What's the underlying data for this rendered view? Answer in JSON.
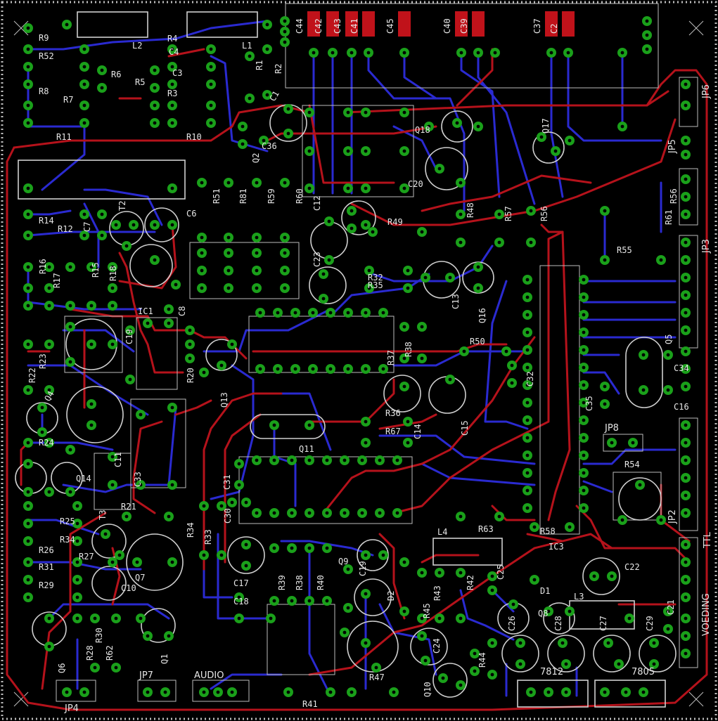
{
  "colors": {
    "background": "#000000",
    "trace_top": "#b5121b",
    "trace_bottom": "#2a2ad0",
    "pad": "#1aa01a",
    "silkscreen": "#cfcfcf"
  },
  "labels": {
    "c44": "C44",
    "c42": "C42",
    "c43": "C43",
    "c41": "C41",
    "c45": "C45",
    "c40": "C40",
    "c39": "C39",
    "c37": "C37",
    "c2": "C2",
    "r9": "R9",
    "r52": "R52",
    "r8": "R8",
    "r7": "R7",
    "r11": "R11",
    "l2": "L2",
    "r4": "R4",
    "c4": "C4",
    "r6": "R6",
    "r5": "R5",
    "c3": "C3",
    "r3": "R3",
    "r10": "R10",
    "l1": "L1",
    "r1": "R1",
    "r2": "R2",
    "c1": "C1",
    "c36": "C36",
    "q2": "Q2",
    "q18": "Q18",
    "q17": "Q17",
    "c20": "C20",
    "jp6": "JP6",
    "jp5": "JP5",
    "r56_right": "R56",
    "r61": "R61",
    "r14": "R14",
    "r12": "R12",
    "c7": "C7",
    "t2": "T2",
    "c6": "C6",
    "r51": "R51",
    "r81": "R81",
    "r59": "R59",
    "r60": "R60",
    "c12": "C12",
    "r49": "R49",
    "r48": "R48",
    "r57": "R57",
    "r56": "R56",
    "jp3": "JP3",
    "r55": "R55",
    "r16": "R16",
    "r17": "R17",
    "r15": "R15",
    "r18": "R18",
    "c23": "C23",
    "r32": "R32",
    "r35": "R35",
    "c13": "C13",
    "q16": "Q16",
    "ic1": "IC1",
    "c8": "C8",
    "c19": "C19",
    "r20": "R20",
    "q13": "Q13",
    "r37": "R37",
    "r38": "R38",
    "r50": "R50",
    "q5": "Q5",
    "c32": "C32",
    "c34": "C34",
    "r22": "R22",
    "r23": "R23",
    "q4": "Q4",
    "r36": "R36",
    "r67": "R67",
    "c14": "C14",
    "c15": "C15",
    "c35": "C35",
    "c16": "C16",
    "jp8": "JP8",
    "r24": "R24",
    "c11": "C11",
    "q11": "Q11",
    "q14": "Q14",
    "c33": "C33",
    "c31": "C31",
    "c30": "C30",
    "r54": "R54",
    "jp2": "JP2",
    "r21": "R21",
    "t3": "T3",
    "r63": "R63",
    "r58": "R58",
    "ic3": "IC3",
    "r25": "R25",
    "r34_left": "R34",
    "r27": "R27",
    "r33": "R33",
    "r34": "R34",
    "l4": "L4",
    "ttl": "TTL",
    "r26": "R26",
    "r31": "R31",
    "r29": "R29",
    "q7": "Q7",
    "c10": "C10",
    "c17": "C17",
    "c18": "C18",
    "r39": "R39",
    "r38b": "R38",
    "r40": "R40",
    "q9": "Q9",
    "c19b": "C19",
    "d2": "D2",
    "r45": "R45",
    "r43": "R43",
    "r42": "R42",
    "c25": "C25",
    "d1": "D1",
    "c22": "C22",
    "c21": "C21",
    "l3": "L3",
    "q8": "Q8",
    "c26": "C26",
    "c28": "C28",
    "c27": "C27",
    "c29": "C29",
    "q6": "Q6",
    "r28": "R28",
    "r30": "R30",
    "r62": "R62",
    "q1": "Q1",
    "c24": "C24",
    "r47": "R47",
    "q10": "Q10",
    "r44": "R44",
    "voeding": "VOEDING",
    "jp4": "JP4",
    "jp7": "JP7",
    "audio": "AUDIO",
    "r41": "R41",
    "reg7812": "7812",
    "reg7805": "7805"
  }
}
